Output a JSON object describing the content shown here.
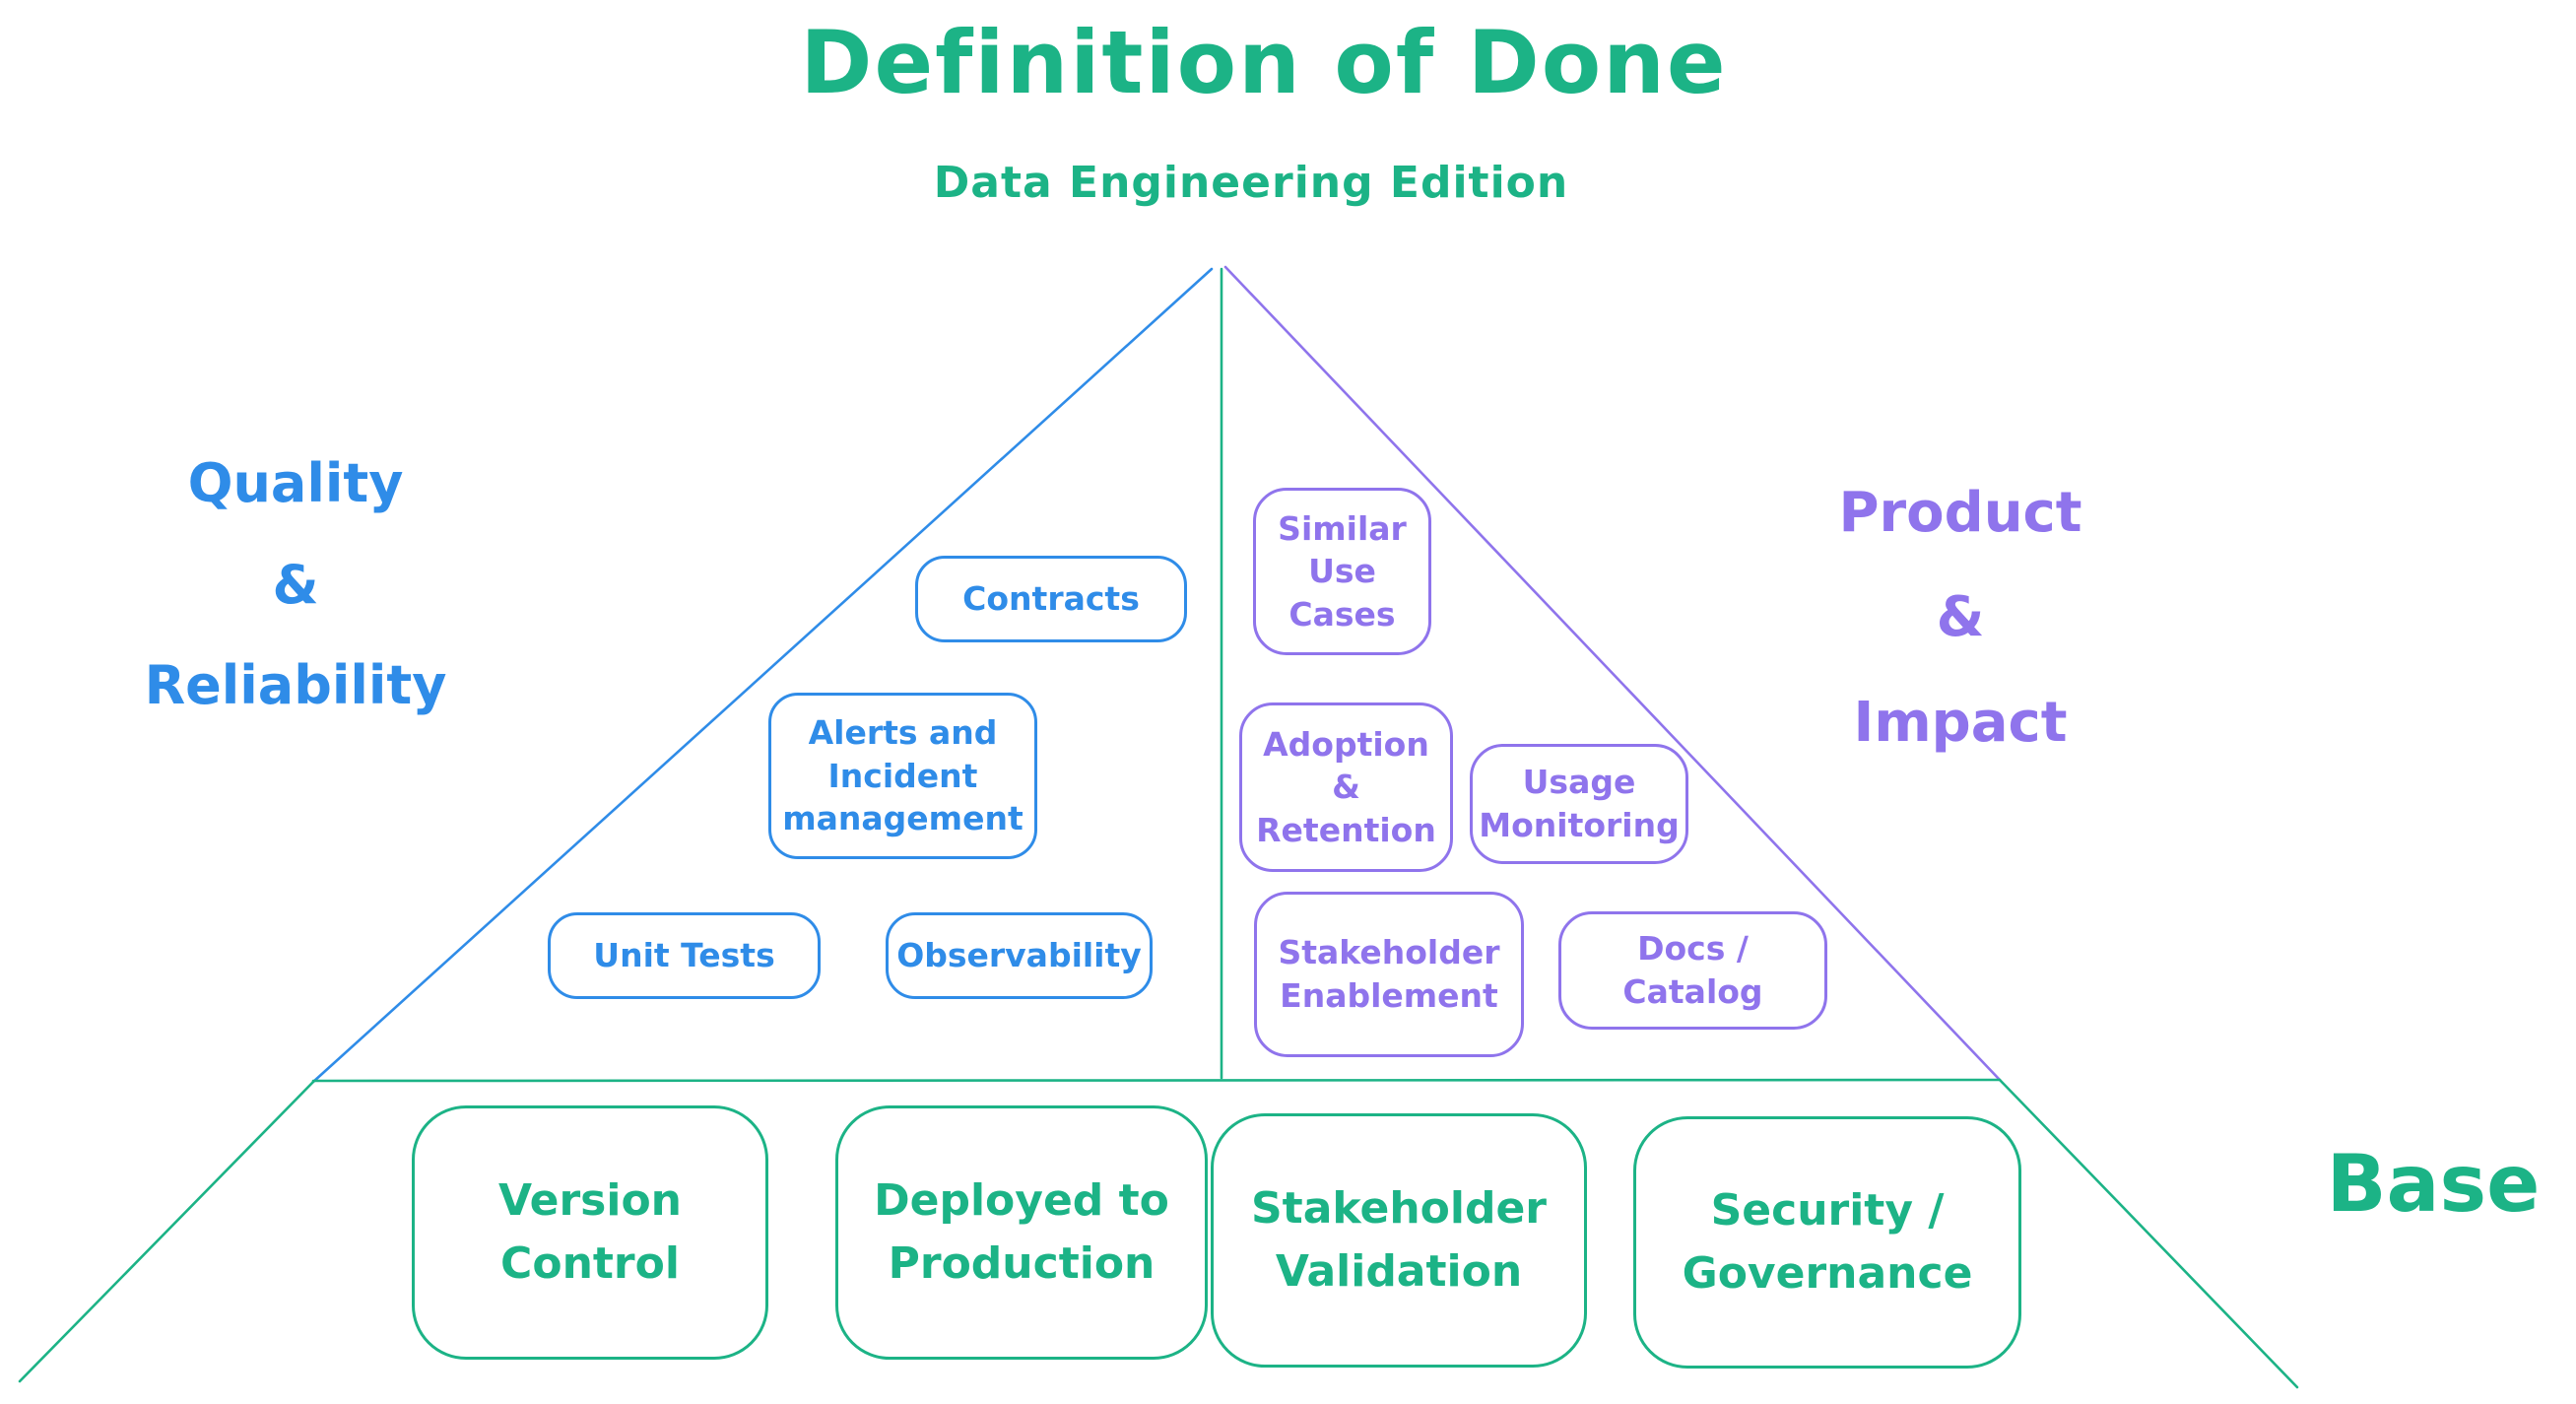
{
  "title": "Definition of Done",
  "subtitle": "Data Engineering Edition",
  "colors": {
    "green": "#1cb386",
    "blue": "#2f8ce8",
    "purple": "#8f74ec"
  },
  "sections": {
    "quality": {
      "label": "Quality\n&\nReliability",
      "items": [
        {
          "label": "Contracts"
        },
        {
          "label": "Alerts and\nIncident\nmanagement"
        },
        {
          "label": "Unit Tests"
        },
        {
          "label": "Observability"
        }
      ]
    },
    "product": {
      "label": "Product\n&\nImpact",
      "items": [
        {
          "label": "Similar\nUse\nCases"
        },
        {
          "label": "Adoption\n&\nRetention"
        },
        {
          "label": "Usage\nMonitoring"
        },
        {
          "label": "Stakeholder\nEnablement"
        },
        {
          "label": "Docs /\nCatalog"
        }
      ]
    },
    "base": {
      "label": "Base",
      "items": [
        {
          "label": "Version\nControl"
        },
        {
          "label": "Deployed to\nProduction"
        },
        {
          "label": "Stakeholder\nValidation"
        },
        {
          "label": "Security /\nGovernance"
        }
      ]
    }
  }
}
